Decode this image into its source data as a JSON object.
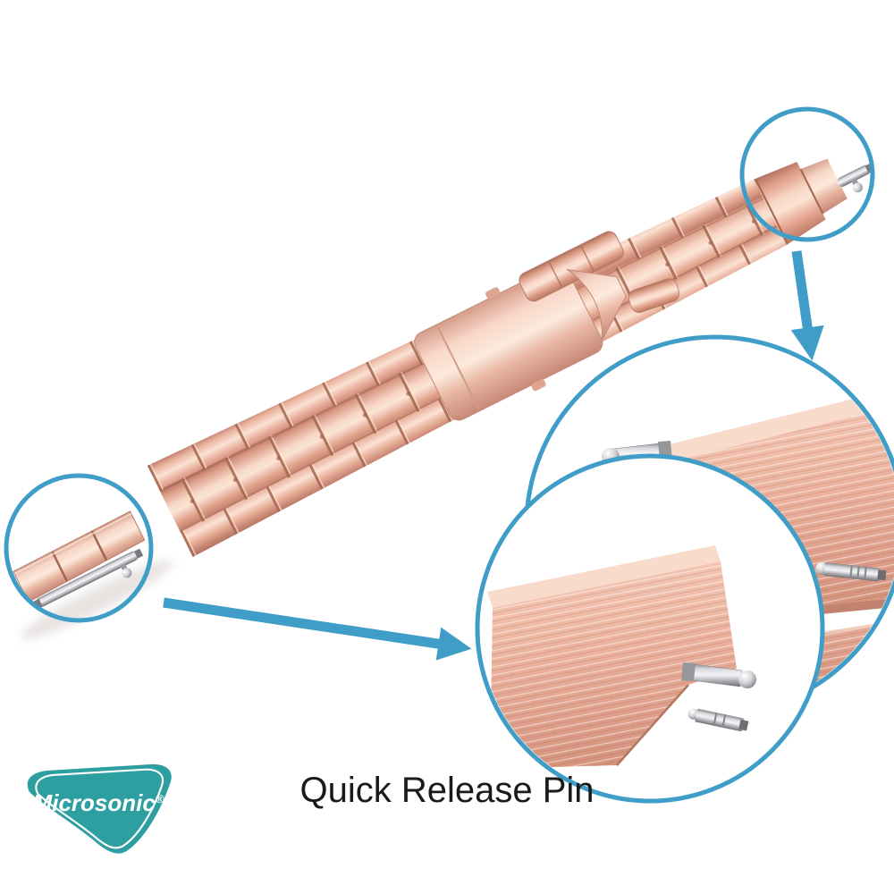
{
  "caption": {
    "text": "Quick Release Pin"
  },
  "brand": {
    "name": "Microsonic",
    "registered": "®"
  },
  "colors": {
    "background": "#ffffff",
    "annotation_blue": "#3f9dc8",
    "rose_gold_base": "#edbaa6",
    "rose_gold_highlight": "#fce4d6",
    "rose_gold_shadow": "#bd7a67",
    "pin_silver": "#c8c8cd",
    "logo_teal": "#2d9fa0",
    "caption_text": "#1a1a1a"
  },
  "annotations": {
    "highlight_circles": [
      {
        "id": "top-right-end"
      },
      {
        "id": "bottom-left-end"
      }
    ],
    "detail_views": [
      {
        "id": "upper-closeup"
      },
      {
        "id": "lower-closeup"
      }
    ],
    "arrows": [
      {
        "id": "top-circle-to-closeup"
      },
      {
        "id": "bottom-circle-to-closeup"
      }
    ]
  }
}
